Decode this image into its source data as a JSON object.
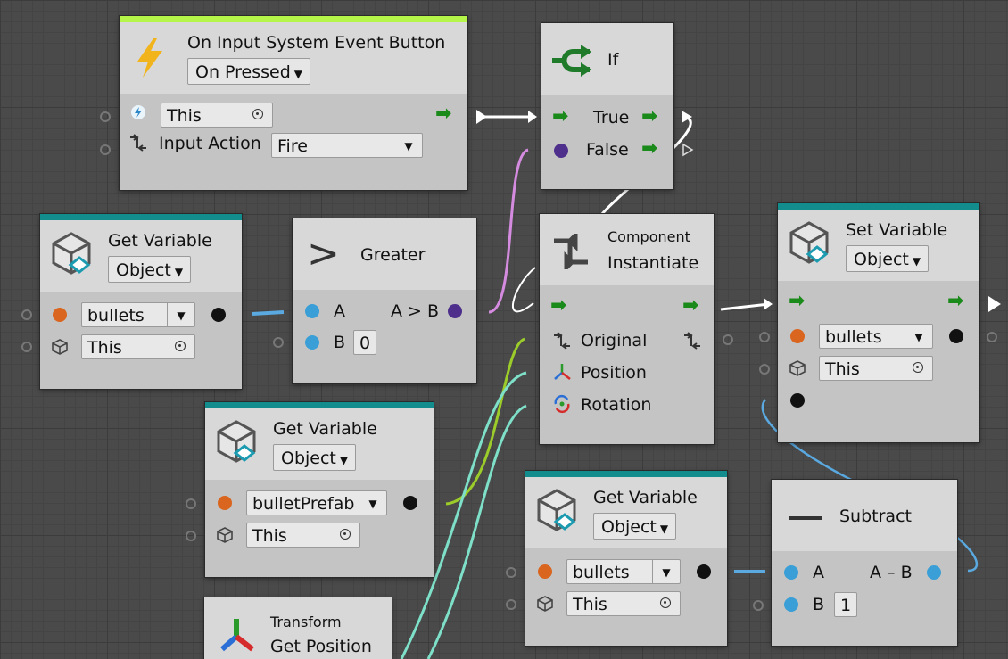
{
  "input_event": {
    "title": "On Input System Event Button",
    "mode": "On Pressed",
    "target_value": "This",
    "input_action_label": "Input Action",
    "input_action_value": "Fire"
  },
  "if_node": {
    "title": "If",
    "true_label": "True",
    "false_label": "False"
  },
  "get_var_1": {
    "title": "Get Variable",
    "kind": "Object",
    "name": "bullets",
    "target": "This"
  },
  "greater": {
    "title": "Greater",
    "symbol": ">",
    "a_label": "A",
    "b_label": "B",
    "b_value": "0",
    "out_label": "A > B"
  },
  "instantiate": {
    "category": "Component",
    "title": "Instantiate",
    "original_label": "Original",
    "position_label": "Position",
    "rotation_label": "Rotation"
  },
  "set_var": {
    "title": "Set Variable",
    "kind": "Object",
    "name": "bullets",
    "target": "This"
  },
  "get_var_2": {
    "title": "Get Variable",
    "kind": "Object",
    "name": "bulletPrefab",
    "target": "This"
  },
  "get_var_3": {
    "title": "Get Variable",
    "kind": "Object",
    "name": "bullets",
    "target": "This"
  },
  "subtract": {
    "title": "Subtract",
    "a_label": "A",
    "b_label": "B",
    "b_value": "1",
    "out_label": "A – B"
  },
  "get_position": {
    "category": "Transform",
    "title": "Get Position"
  },
  "colors": {
    "flow": "#1a8a1a",
    "object_port": "#d9651e",
    "float_port": "#3a9fd6",
    "bool_port": "#4e2f8c",
    "event_bar": "#b5f54a",
    "variable_bar": "#128c8c"
  }
}
